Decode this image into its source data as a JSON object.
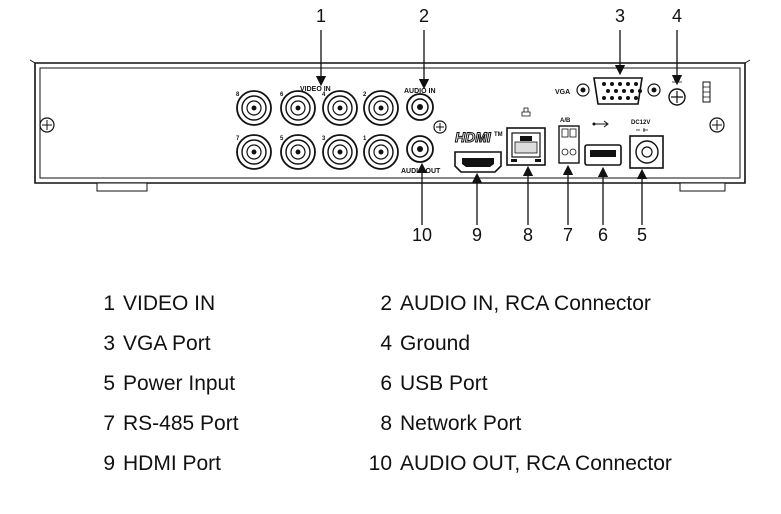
{
  "panel_labels": {
    "video_in": "VIDEO IN",
    "audio_in": "AUDIO IN",
    "audio_out": "AUDIO OUT",
    "vga": "VGA",
    "hdmi": "HDMI",
    "hdmi_tm": "TM",
    "rs485": "A/B",
    "power": "DC12V"
  },
  "bnc_channels": [
    "8",
    "6",
    "4",
    "2",
    "7",
    "5",
    "3",
    "1"
  ],
  "callouts": [
    "1",
    "2",
    "3",
    "4",
    "10",
    "9",
    "8",
    "7",
    "6",
    "5"
  ],
  "legend": [
    {
      "num": "1",
      "text": "VIDEO IN"
    },
    {
      "num": "2",
      "text": "AUDIO IN, RCA Connector"
    },
    {
      "num": "3",
      "text": "VGA Port"
    },
    {
      "num": "4",
      "text": "Ground"
    },
    {
      "num": "5",
      "text": "Power Input"
    },
    {
      "num": "6",
      "text": "USB Port"
    },
    {
      "num": "7",
      "text": "RS-485 Port"
    },
    {
      "num": "8",
      "text": "Network Port"
    },
    {
      "num": "9",
      "text": "HDMI Port"
    },
    {
      "num": "10",
      "text": "AUDIO OUT, RCA Connector"
    }
  ]
}
